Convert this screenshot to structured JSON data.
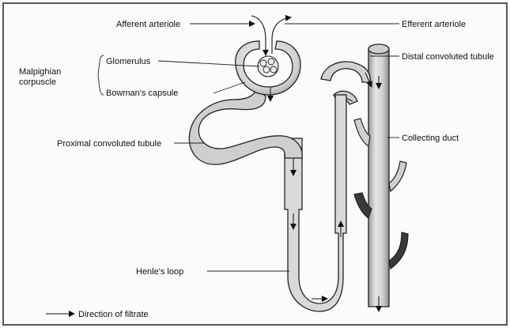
{
  "labels": {
    "afferent": "Afferent arteriole",
    "efferent": "Efferent arteriole",
    "malpighian": [
      "Malpighian",
      "corpuscle"
    ],
    "glomerulus": "Glomerulus",
    "bowmans": "Bowman's capsule",
    "pct": "Proximal convoluted tubule",
    "dct": "Distal convoluted tubule",
    "collecting": "Collecting duct",
    "henle": "Henle's loop",
    "legend": "Direction of filtrate"
  },
  "colors": {
    "ink": "#111111",
    "tubule": "#d6d6d6",
    "tubule_shadow": "#8f8f8f",
    "duct_dark": "#3a3a3a",
    "background": "#fbfbfb"
  },
  "icons": [
    "arrow-right-icon"
  ]
}
